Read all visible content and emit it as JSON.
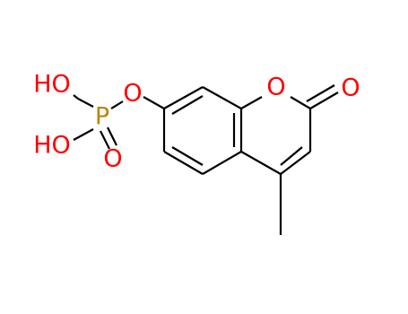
{
  "molecule": {
    "colors": {
      "bond": "#000000",
      "oxygen": "#ff0000",
      "phosphorus": "#b8860b"
    },
    "labels": {
      "p": "P",
      "oh_top": "HO",
      "oh_bottom": "HO",
      "o_double": "O",
      "o_bridge": "O",
      "o_ring": "O",
      "o_carbonyl": "O"
    }
  }
}
